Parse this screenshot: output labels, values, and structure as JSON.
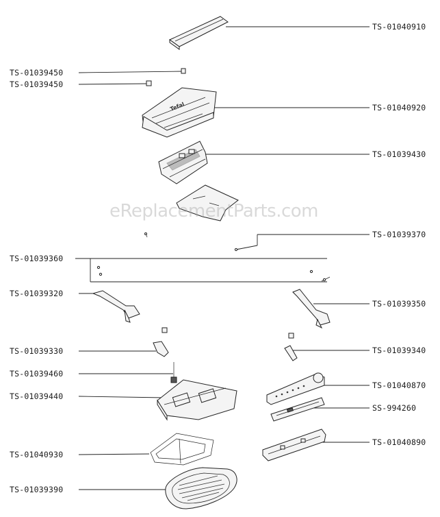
{
  "watermark": "eReplacementParts.com",
  "brand_mark": "Tefal",
  "labels": {
    "p910": "TS-01040910",
    "p450a": "TS-01039450",
    "p450b": "TS-01039450",
    "p920": "TS-01040920",
    "p430": "TS-01039430",
    "p370": "TS-01039370",
    "p360": "TS-01039360",
    "p320": "TS-01039320",
    "p350": "TS-01039350",
    "p330": "TS-01039330",
    "p340": "TS-01039340",
    "p460": "TS-01039460",
    "p870": "TS-01040870",
    "p440": "TS-01039440",
    "p994": "SS-994260",
    "p890": "TS-01040890",
    "p930": "TS-01040930",
    "p390": "TS-01039390"
  }
}
